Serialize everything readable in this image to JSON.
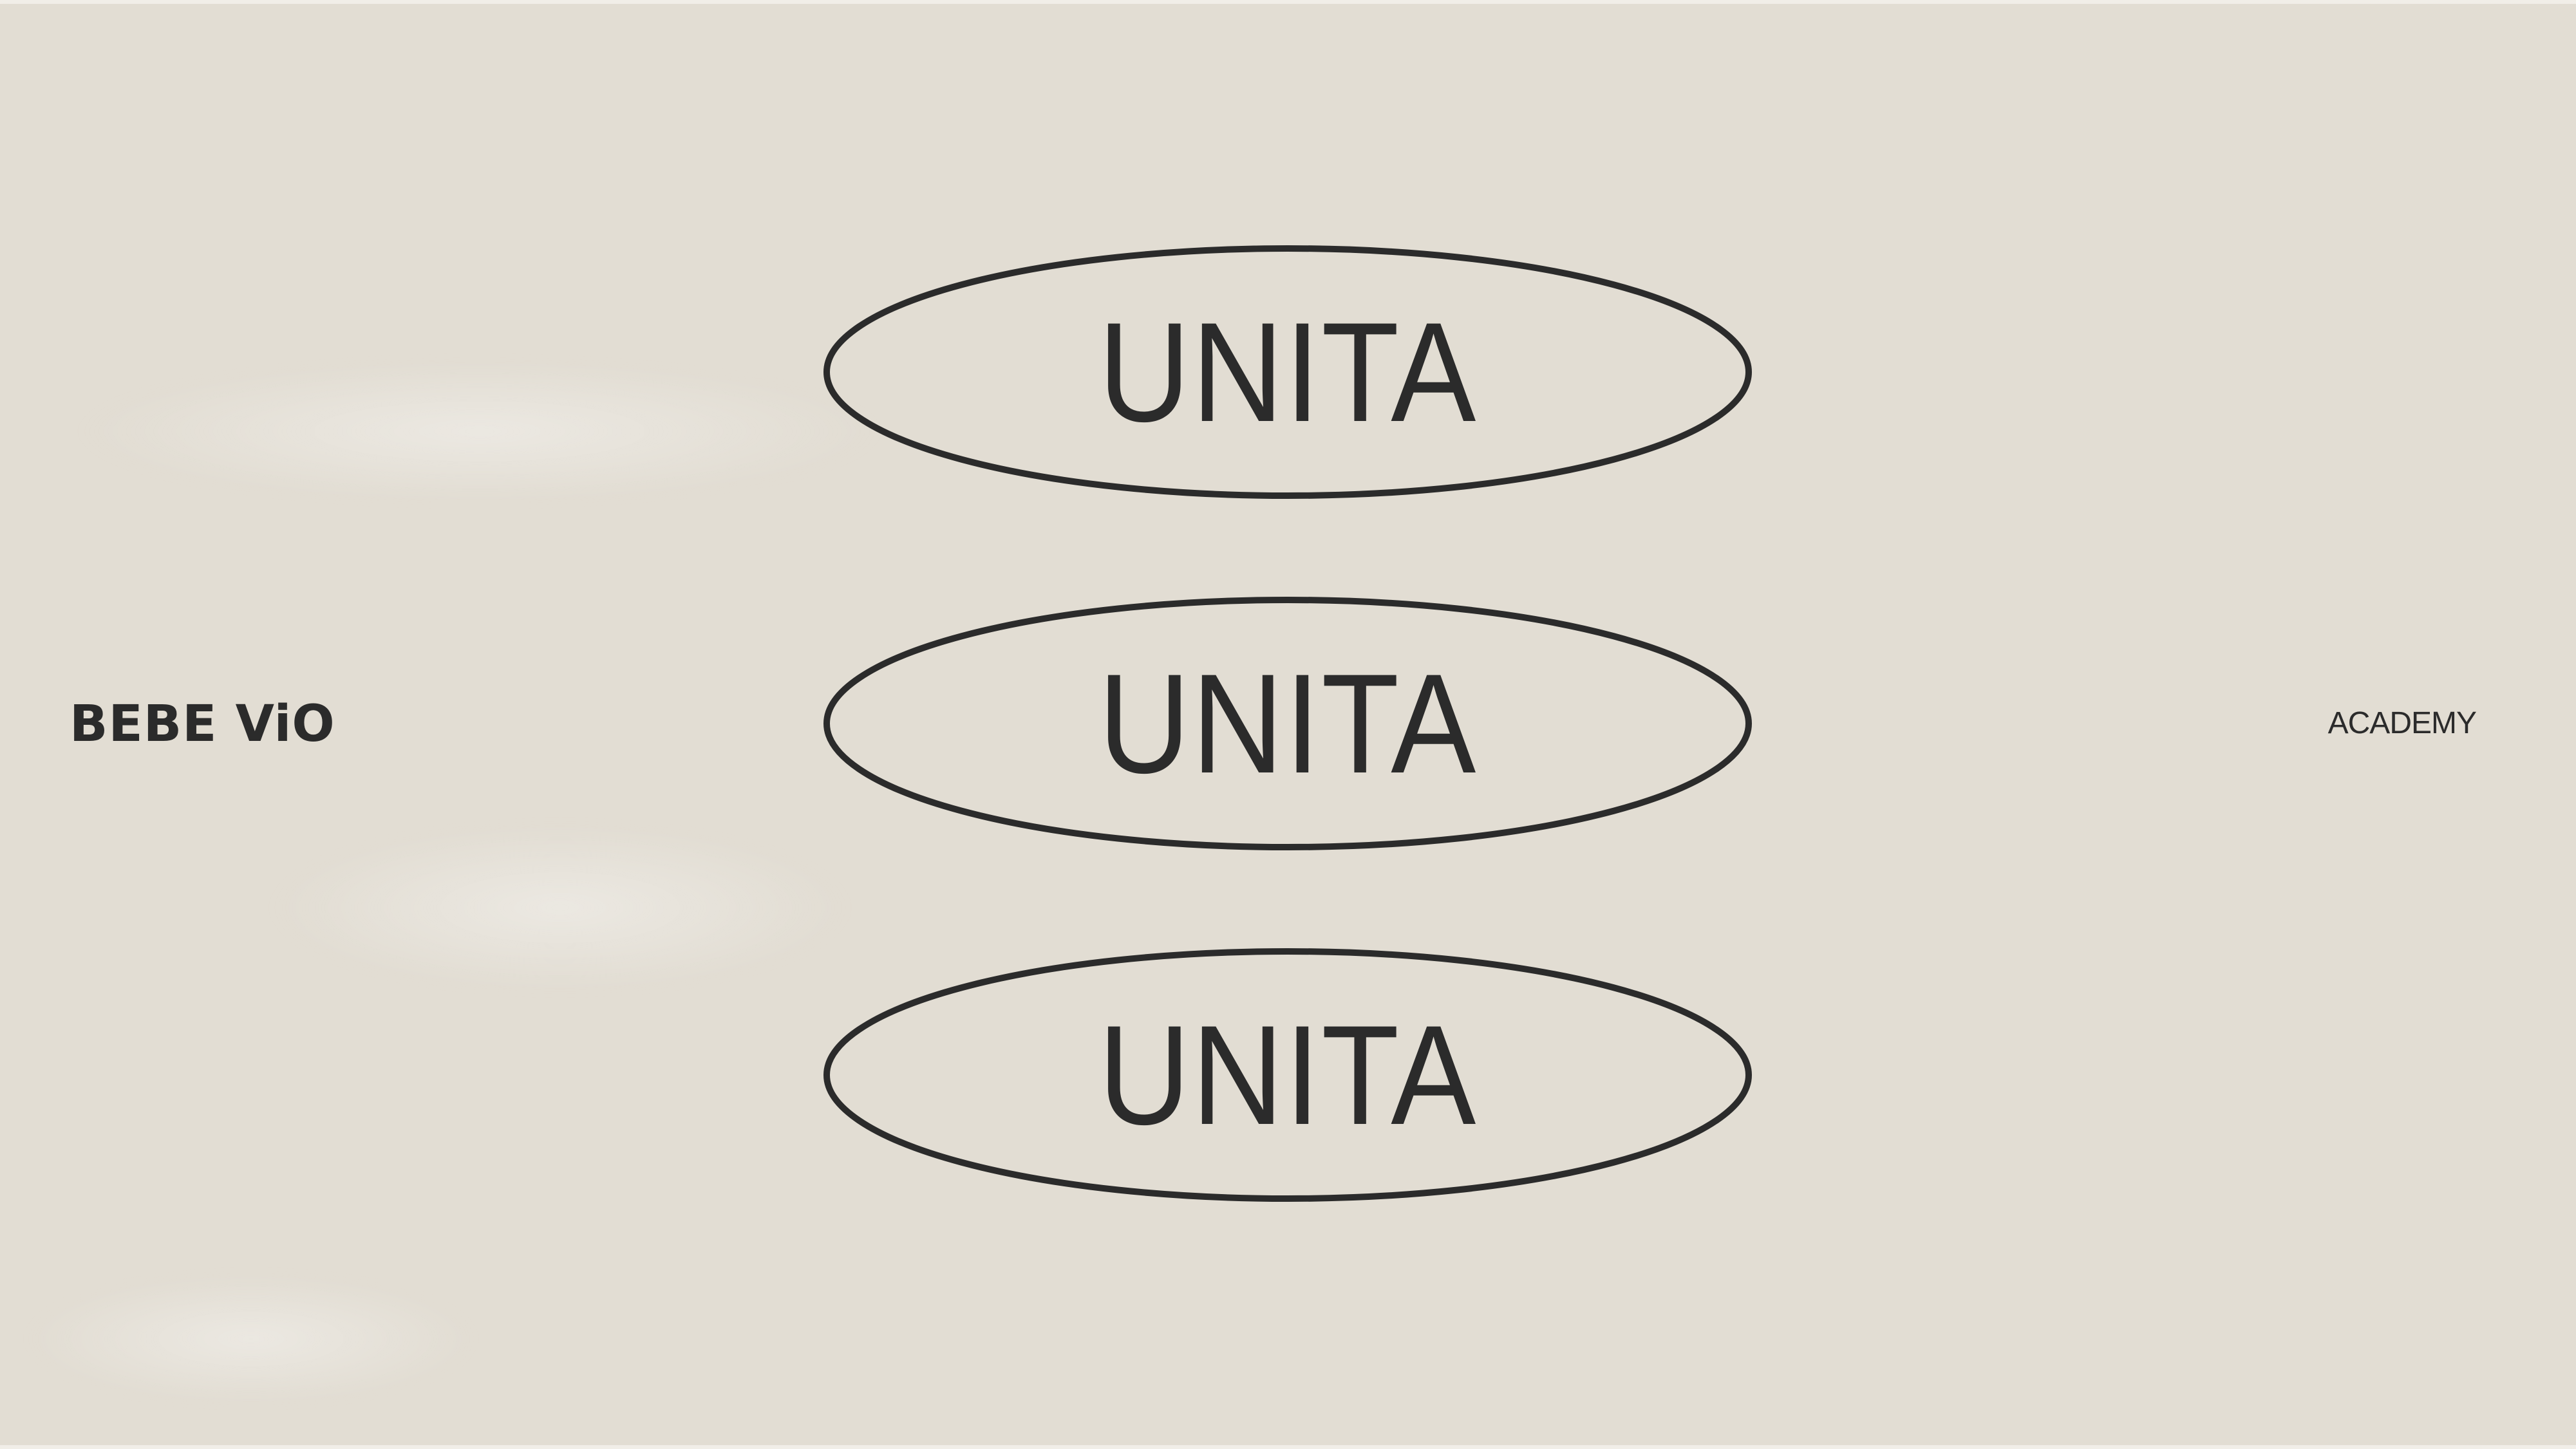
{
  "logo": {
    "text": "BEBE ViO"
  },
  "academy": {
    "text": "ACADEMY"
  },
  "pills": [
    {
      "label": "UNITA"
    },
    {
      "label": "UNITA"
    },
    {
      "label": "UNITA"
    }
  ],
  "colors": {
    "background": "#e2ddd3",
    "ink": "#2b2b2b"
  }
}
